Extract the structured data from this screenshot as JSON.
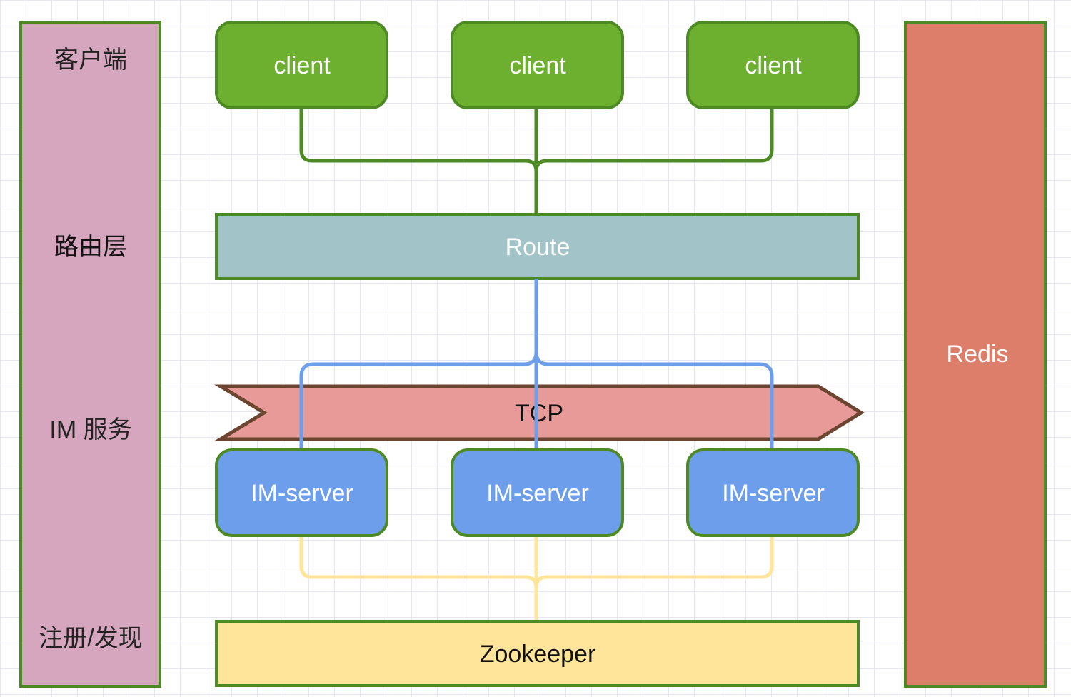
{
  "layers": [
    {
      "label": "客户端"
    },
    {
      "label": "路由层"
    },
    {
      "label": "IM 服务"
    },
    {
      "label": "注册/发现"
    }
  ],
  "clients": [
    "client",
    "client",
    "client"
  ],
  "route": {
    "label": "Route"
  },
  "tcp": {
    "label": "TCP"
  },
  "im_servers": [
    "IM-server",
    "IM-server",
    "IM-server"
  ],
  "zookeeper": {
    "label": "Zookeeper"
  },
  "redis": {
    "label": "Redis"
  },
  "colors": {
    "layer_bar_fill": "#d5a6bd",
    "border_green": "#4e8a23",
    "client_fill": "#6daf2f",
    "route_fill": "#a2c4c9",
    "tcp_fill": "#e89a98",
    "tcp_stroke": "#6b4530",
    "server_fill": "#6d9eeb",
    "zookeeper_fill": "#ffe599",
    "redis_fill": "#dd7e6b",
    "client_line": "#4e8a23",
    "route_line": "#6d9eeb",
    "zk_line": "#ffe599"
  }
}
